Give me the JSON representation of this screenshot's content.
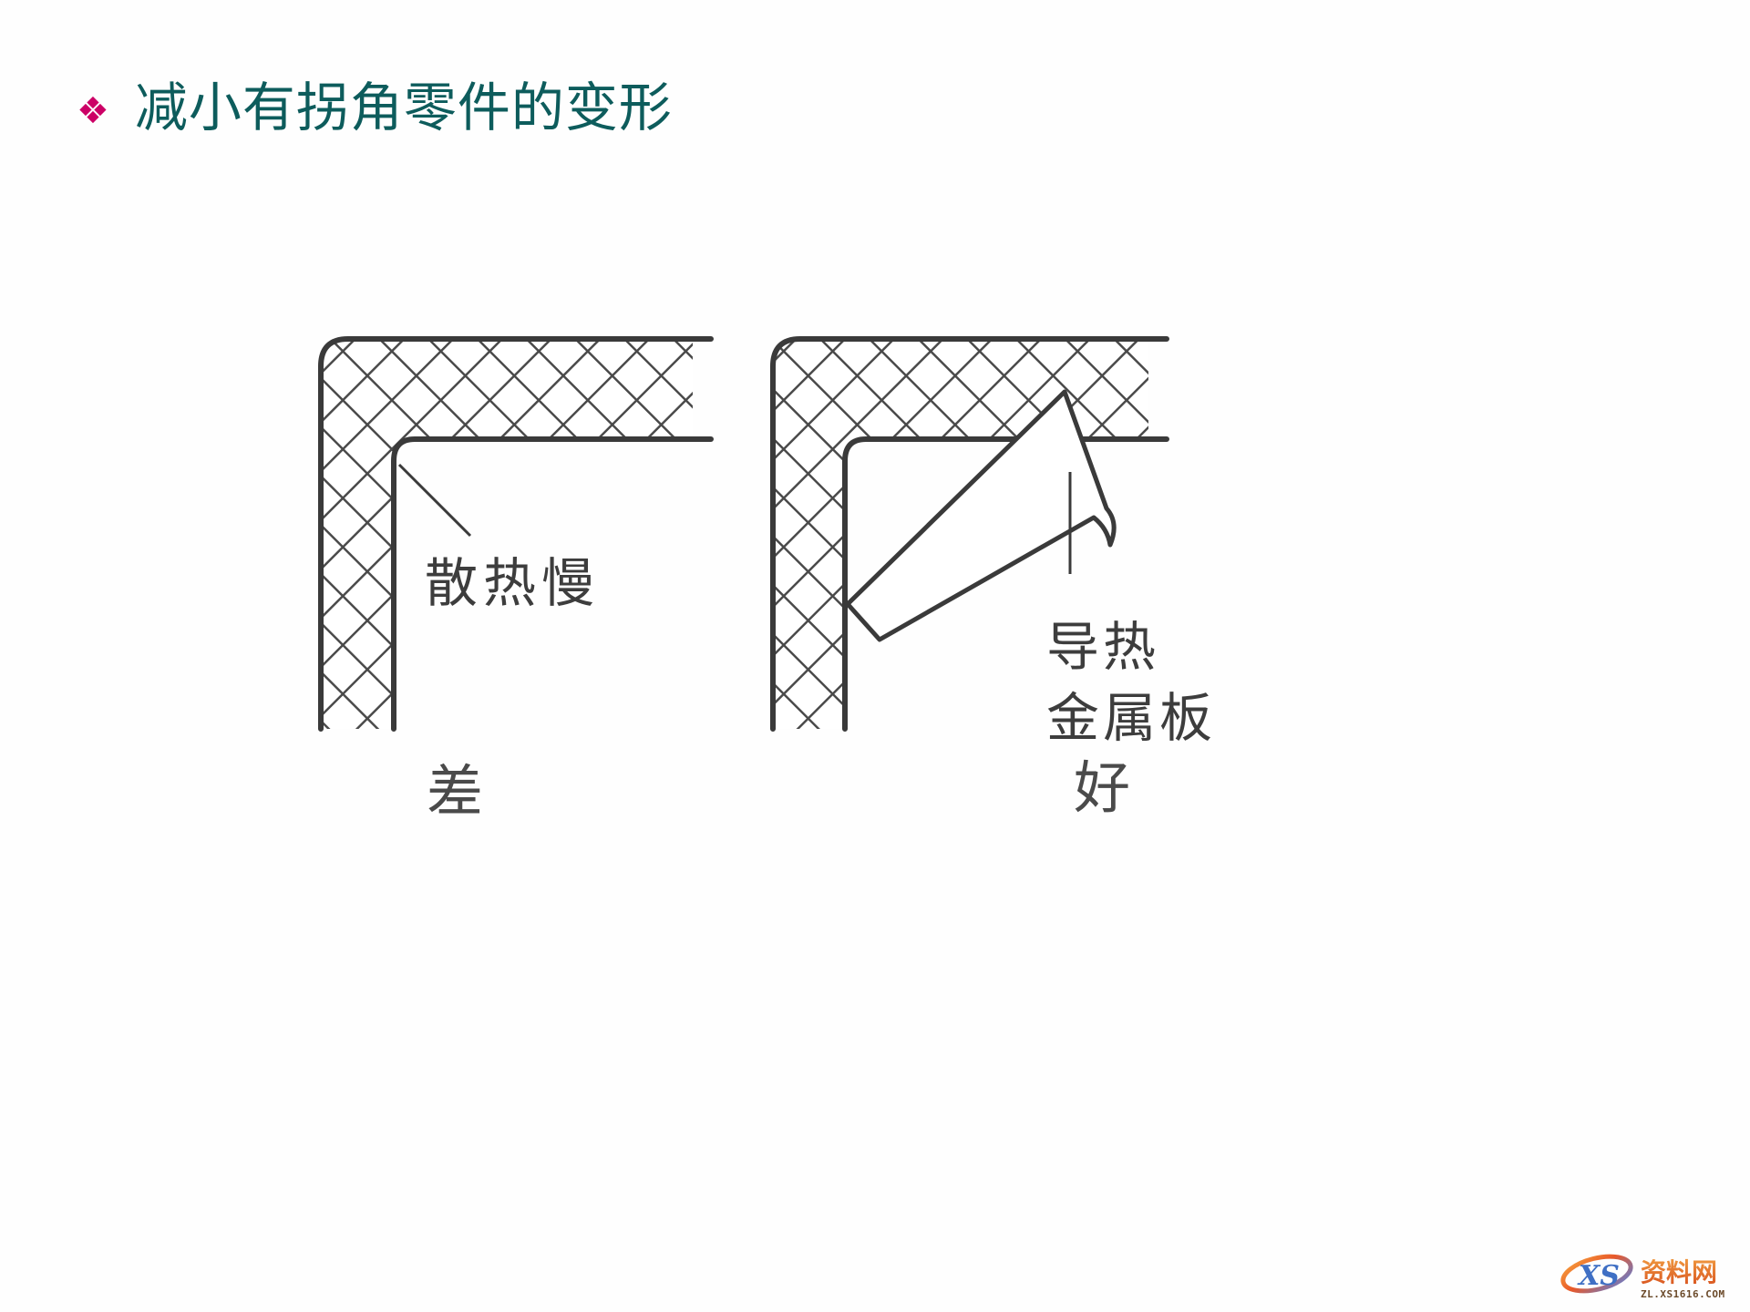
{
  "slide": {
    "background_color": "#ffffff",
    "title": {
      "bullet_icon": "diamond-cluster-bullet",
      "bullet_glyph": "❖",
      "bullet_color": "#cc0066",
      "text": "减小有拐角零件的变形",
      "color": "#0d5c5c"
    }
  },
  "figures": {
    "left": {
      "name": "bad-corner-diagram",
      "callout_label": "散热慢",
      "verdict_label": "差",
      "hatch_style": "cross-hatch",
      "line_color": "#3a3a3a"
    },
    "right": {
      "name": "good-corner-diagram",
      "callout_label_line1": "导热",
      "callout_label_line2": "金属板",
      "verdict_label": "好",
      "hatch_style": "cross-hatch",
      "line_color": "#3a3a3a"
    }
  },
  "watermark": {
    "logo_text": "XS",
    "brand_text": "资料网",
    "url_text": "ZL.XS1616.COM",
    "brand_color": "#e06a28",
    "url_color": "#5a3a1a"
  }
}
